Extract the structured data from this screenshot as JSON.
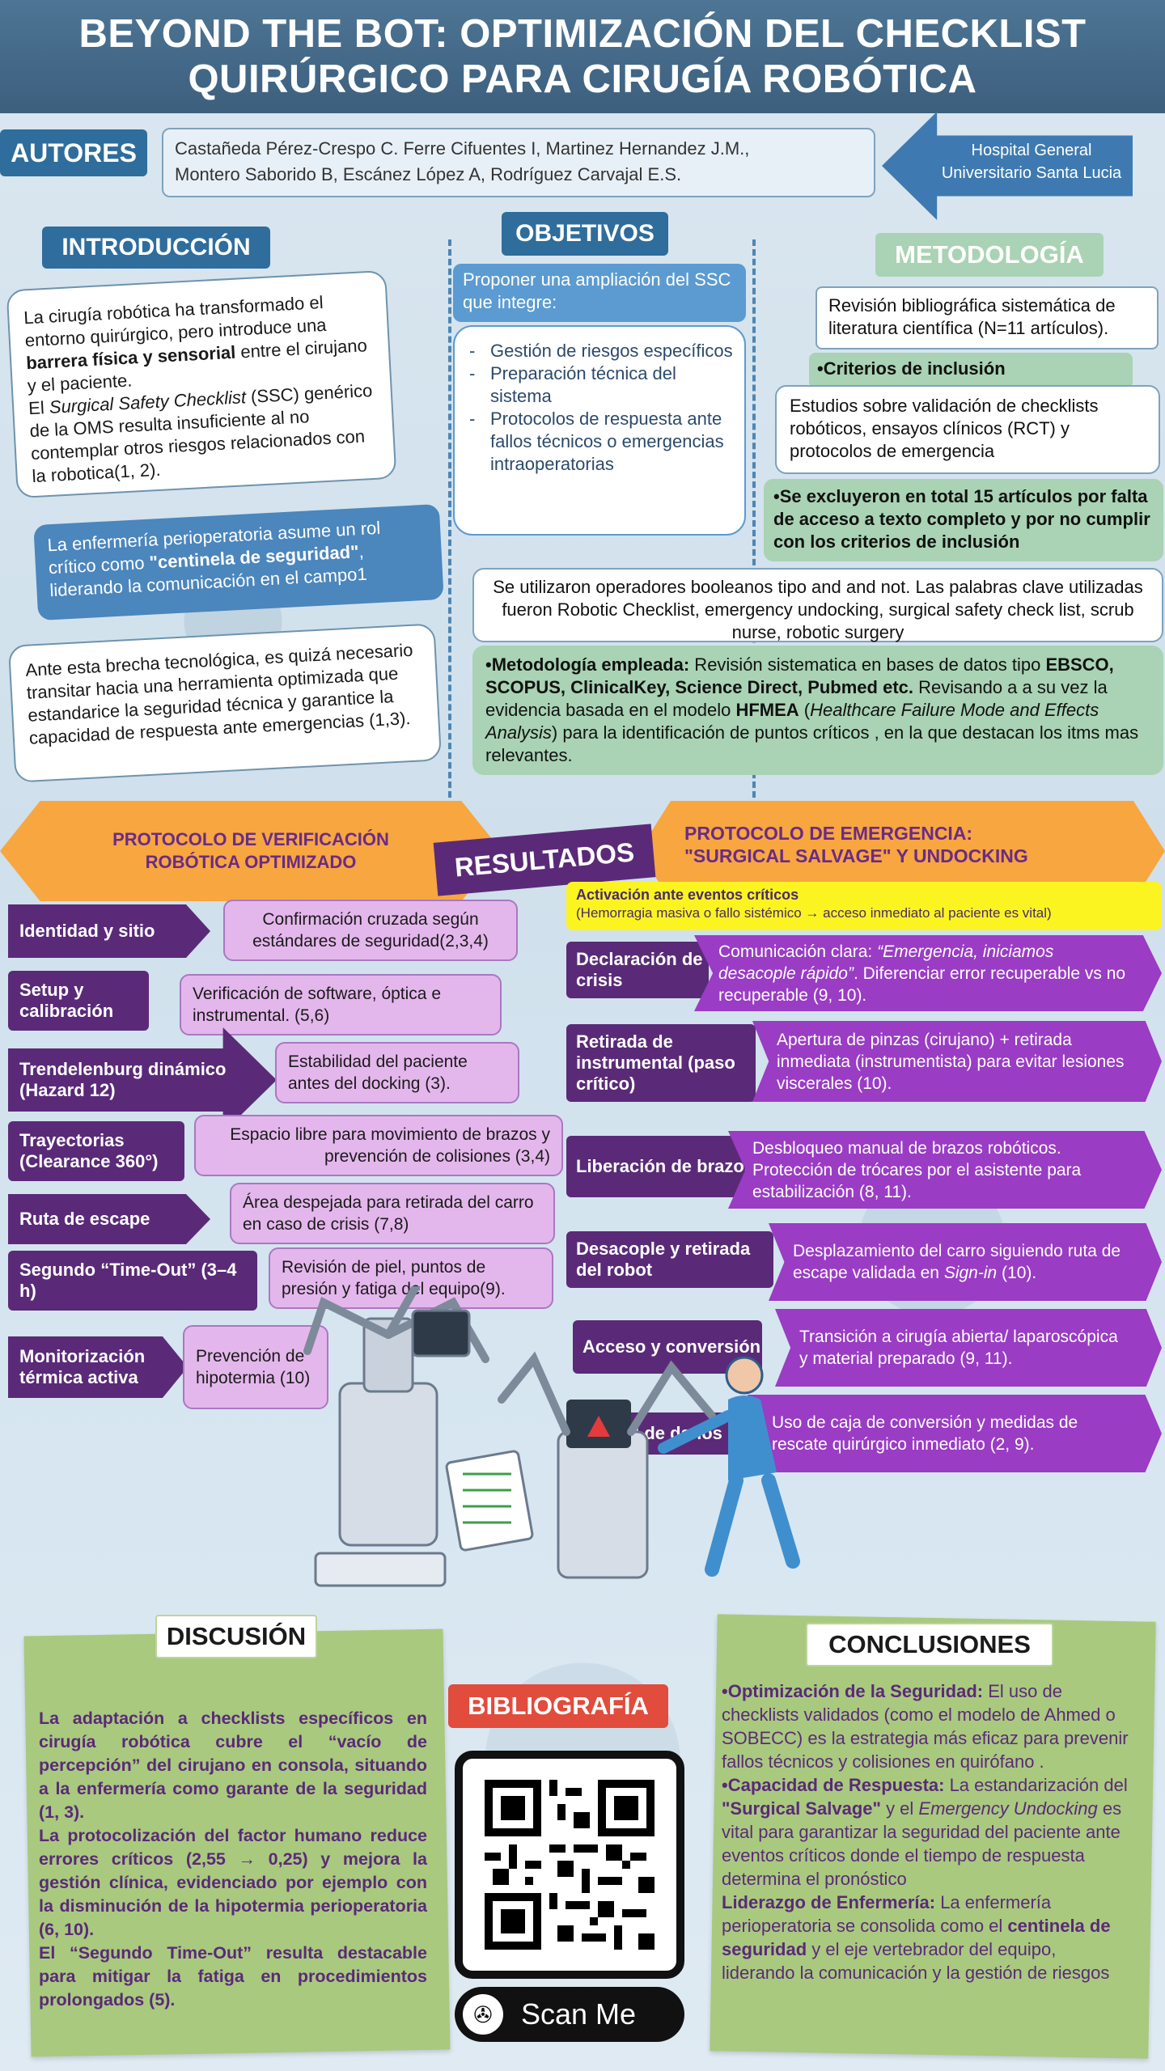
{
  "title_line1": "BEYOND THE BOT: OPTIMIZACIÓN DEL CHECKLIST",
  "title_line2": "QUIRÚRGICO PARA  CIRUGÍA ROBÓTICA",
  "autores": {
    "label": "AUTORES",
    "line1": "Castañeda Pérez-Crespo C. Ferre Cifuentes I, Martinez Hernandez J.M.,",
    "line2": "Montero Saborido B, Escánez López A, Rodríguez Carvajal E.S."
  },
  "hospital": {
    "line1": "Hospital General",
    "line2": "Universitario Santa Lucia"
  },
  "introduccion": {
    "label": "INTRODUCCIÓN",
    "p1a": "La cirugía robótica ha transformado el entorno quirúrgico, pero introduce una ",
    "p1b": "barrera física y sensorial",
    "p1c": " entre el cirujano y el paciente.",
    "p2a": "El ",
    "p2b": "Surgical Safety Checklist",
    "p2c": " (SSC) genérico de la OMS resulta insuficiente al no contemplar otros riesgos relacionados con la robotica(1, 2).",
    "p3a": "La enfermería perioperatoria asume un rol crítico como ",
    "p3b": "\"centinela de seguridad\"",
    "p3c": ", liderando la comunicación en el campo1",
    "p4": "Ante esta brecha tecnológica, es quizá necesario transitar hacia una herramienta optimizada que estandarice la seguridad técnica y garantice la capacidad de respuesta ante emergencias (1,3)."
  },
  "objetivos": {
    "label": "OBJETIVOS",
    "intro": "Proponer una ampliación del SSC que integre:",
    "items": [
      "Gestión de riesgos específicos",
      "Preparación técnica del sistema",
      "Protocolos de respuesta ante fallos técnicos o emergencias intraoperatorias"
    ]
  },
  "metodologia": {
    "label": "METODOLOGÍA",
    "m1": "Revisión bibliográfica sistemática de literatura científica (N=11 artículos).",
    "m2": "•Criterios de inclusión",
    "m3": "Estudios sobre validación de checklists robóticos, ensayos clínicos (RCT) y protocolos de emergencia",
    "m4": "•Se excluyeron en total 15 artículos por falta de acceso a texto completo y por no cumplir con los criterios de inclusión",
    "m5": "Se utilizaron operadores booleanos tipo and and not. Las palabras clave utilizadas fueron Robotic Checklist, emergency undocking, surgical safety check list, scrub nurse, robotic surgery",
    "m6a": "•Metodología empleada:",
    "m6b": " Revisión sistematica en bases de datos tipo ",
    "m6c": "EBSCO, SCOPUS, ClinicalKey, Science Direct, Pubmed etc.",
    "m6d": " Revisando a a su vez la evidencia basada en el modelo ",
    "m6e": "HFMEA",
    "m6f": " (",
    "m6g": "Healthcare Failure Mode and Effects Analysis",
    "m6h": ") para la identificación de puntos críticos , en la que destacan los itms mas relevantes."
  },
  "resultados": {
    "label": "RESULTADOS",
    "left_title_l1": "PROTOCOLO DE VERIFICACIÓN",
    "left_title_l2": "ROBÓTICA OPTIMIZADO",
    "right_title_l1": "PROTOCOLO DE EMERGENCIA:",
    "right_title_l2": "\"SURGICAL SALVAGE\" Y UNDOCKING",
    "left_rows": [
      {
        "label": "Identidad y sitio",
        "text": "Confirmación cruzada según estándares de seguridad(2,3,4)"
      },
      {
        "label": "Setup y calibración",
        "text": "Verificación de software, óptica e instrumental. (5,6)"
      },
      {
        "label": "Trendelenburg dinámico (Hazard 12)",
        "text": "Estabilidad del paciente antes del docking (3)."
      },
      {
        "label": "Trayectorias (Clearance 360°)",
        "text": "Espacio libre para movimiento de brazos y prevención de colisiones (3,4)"
      },
      {
        "label": "Ruta de escape",
        "text": "Área despejada para retirada del carro en caso de crisis (7,8)"
      },
      {
        "label": "Segundo “Time-Out” (3–4 h)",
        "text": "Revisión de piel, puntos de presión y fatiga del equipo(9)."
      },
      {
        "label": "Monitorización térmica activa",
        "text": "Prevención de hipotermia (10)"
      }
    ],
    "activacion_title": "Activación ante eventos críticos",
    "activacion_sub": "(Hemorragia masiva o fallo sistémico → acceso inmediato al paciente es vital)",
    "right_rows": [
      {
        "label": "Declaración de crisis",
        "t1": "Comunicación clara: ",
        "t2": "“Emergencia, iniciamos desacople rápido”",
        "t3": ". Diferenciar error recuperable vs no recuperable (9, 10)."
      },
      {
        "label": "Retirada de instrumental (paso crítico)",
        "t1": "Apertura de pinzas (cirujano) + retirada inmediata (instrumentista) para evitar lesiones viscerales (10).",
        "t2": "",
        "t3": ""
      },
      {
        "label": "Liberación de brazos",
        "t1": "Desbloqueo manual de brazos robóticos. Protección de trócares por el asistente para estabilización (8, 11).",
        "t2": "",
        "t3": ""
      },
      {
        "label": "Desacople y retirada del robot",
        "t1": "Desplazamiento del carro siguiendo ruta de escape validada en ",
        "t2": "Sign-in",
        "t3": " (10)."
      },
      {
        "label": "Acceso y conversión",
        "t1": "Transición a cirugía abierta/ laparoscópica  y material preparado (9, 11).",
        "t2": "",
        "t3": ""
      },
      {
        "label": "Control de daños",
        "t1": "Uso de caja de conversión y medidas de rescate quirúrgico inmediato (2, 9).",
        "t2": "",
        "t3": ""
      }
    ]
  },
  "discusion": {
    "label": "DISCUSIÓN",
    "p1": "La adaptación a checklists específicos en cirugía robótica cubre el “vacío de percepción” del cirujano en consola, situando a la enfermería como garante de la seguridad (1, 3).",
    "p2": "La protocolización del factor humano reduce errores críticos (2,55 → 0,25) y mejora la gestión clínica, evidenciado por ejemplo con la disminución de la hipotermia perioperatoria (6, 10).",
    "p3": "El “Segundo Time-Out” resulta destacable para mitigar la fatiga en procedimientos prolongados (5)."
  },
  "bibliografia": {
    "label": "BIBLIOGRAFÍA",
    "scan": "Scan Me"
  },
  "conclusiones": {
    "label": "CONCLUSIONES",
    "c1a": "•Optimización de la Seguridad:",
    "c1b": " El uso de checklists validados (como el modelo de Ahmed o SOBECC) es la estrategia más eficaz para prevenir fallos técnicos y colisiones en quirófano .",
    "c2a": "•Capacidad de Respuesta:",
    "c2b": " La estandarización del ",
    "c2c": "\"Surgical Salvage\"",
    "c2d": " y el ",
    "c2e": "Emergency Undocking",
    "c2f": " es vital para garantizar la seguridad del paciente ante eventos críticos donde el tiempo de respuesta determina el pronóstico",
    "c3a": "Liderazgo de Enfermería:",
    "c3b": " La enfermería perioperatoria se consolida como el ",
    "c3c": "centinela de seguridad",
    "c3d": " y el eje vertebrador del equipo, liderando la comunicación y la gestión de riesgos"
  },
  "colors": {
    "header": "#3f6282",
    "purple_dark": "#5a2a78",
    "purple_mid": "#9a3cc4",
    "purple_light": "#e4b7ec",
    "orange": "#f7a640",
    "green": "#a9d3b4",
    "olive": "#a9c97f"
  },
  "icons": [
    "robot-illustration",
    "nurse-illustration",
    "qr-code-icon",
    "scan-icon"
  ]
}
